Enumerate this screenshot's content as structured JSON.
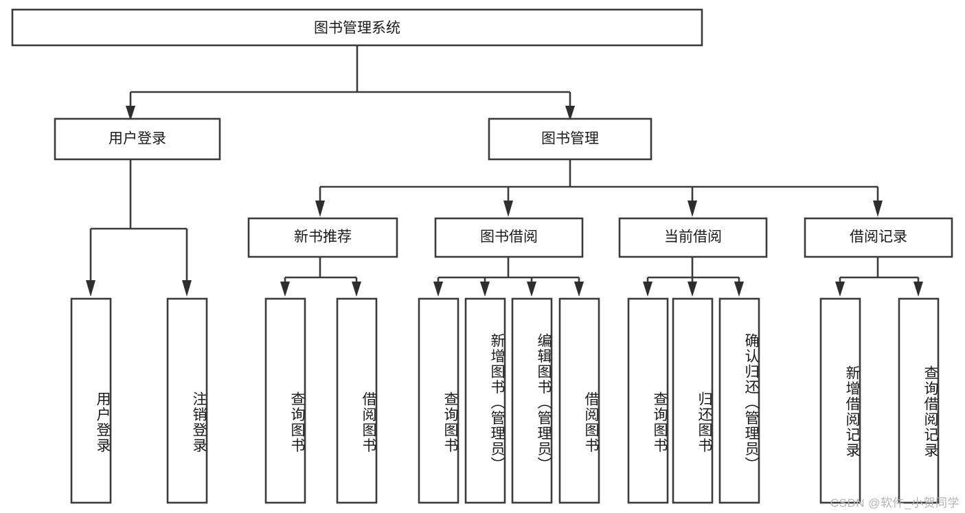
{
  "diagram": {
    "type": "hierarchy-tree",
    "title": "图书管理系统",
    "orientation": "top-down",
    "levels": 4,
    "root": {
      "label": "图书管理系统",
      "children": [
        {
          "label": "用户登录",
          "children": [
            {
              "label": "用户登录"
            },
            {
              "label": "注销登录"
            }
          ]
        },
        {
          "label": "图书管理",
          "children": [
            {
              "label": "新书推荐",
              "children": [
                {
                  "label": "查询图书"
                },
                {
                  "label": "借阅图书"
                }
              ]
            },
            {
              "label": "图书借阅",
              "children": [
                {
                  "label": "查询图书"
                },
                {
                  "label": "新增图书（管理员）"
                },
                {
                  "label": "编辑图书（管理员）"
                },
                {
                  "label": "借阅图书"
                }
              ]
            },
            {
              "label": "当前借阅",
              "children": [
                {
                  "label": "查询图书"
                },
                {
                  "label": "归还图书"
                },
                {
                  "label": "确认归还（管理员）"
                }
              ]
            },
            {
              "label": "借阅记录",
              "children": [
                {
                  "label": "新增借阅记录"
                },
                {
                  "label": "查询借阅记录"
                }
              ]
            }
          ]
        }
      ]
    }
  },
  "nodes": {
    "root": "图书管理系统",
    "l1": {
      "user_login": "用户登录",
      "book_manage": "图书管理"
    },
    "l2": {
      "new_book_rec": "新书推荐",
      "book_borrow": "图书借阅",
      "current_borrow": "当前借阅",
      "borrow_record": "借阅记录"
    },
    "leaves": {
      "user_login_1": "用户登录",
      "user_login_2": "注销登录",
      "rec_1": "查询图书",
      "rec_2": "借阅图书",
      "borrow_1": "查询图书",
      "borrow_2": "新增图书（管理员）",
      "borrow_3": "编辑图书（管理员）",
      "borrow_4": "借阅图书",
      "cur_1": "查询图书",
      "cur_2": "归还图书",
      "cur_3": "确认归还（管理员）",
      "rec_log_1": "新增借阅记录",
      "rec_log_2": "查询借阅记录"
    }
  },
  "watermark": {
    "text": "CSDN @软件_小贺同学"
  },
  "colors": {
    "background": "#ffffff",
    "box_fill": "#ffffff",
    "box_stroke": "#3a3a3a",
    "connector": "#3a3a3a",
    "arrow": "#2e2e2e",
    "text": "#1a1a1a",
    "watermark": "#b4b4b4"
  }
}
